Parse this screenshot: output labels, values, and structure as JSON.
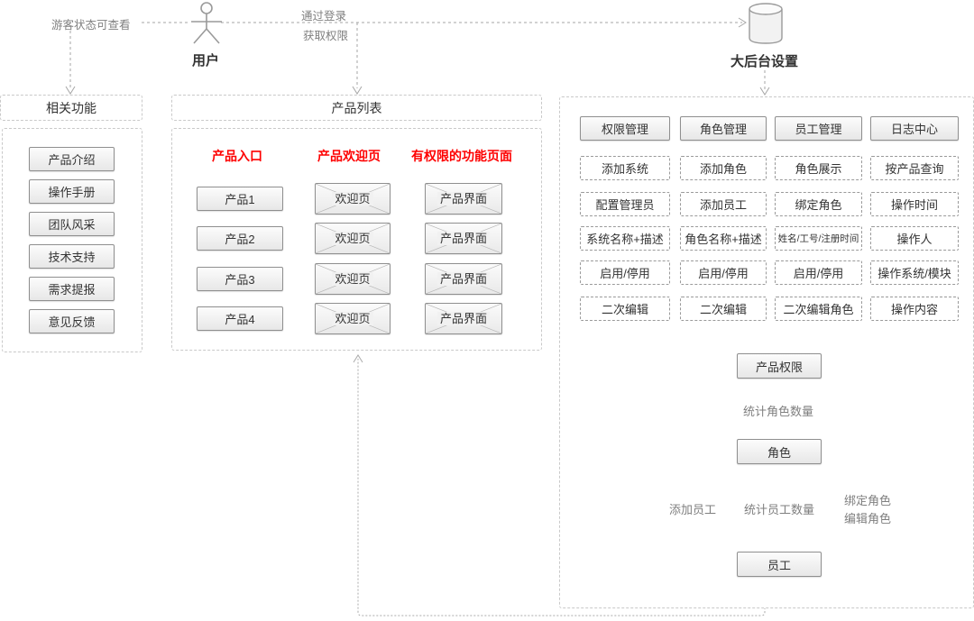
{
  "top": {
    "visitor_label": "游客状态可查看",
    "user_label": "用户",
    "login_label_line1": "通过登录",
    "login_label_line2": "获取权限",
    "backend_label": "大后台设置"
  },
  "left_panel": {
    "title": "相关功能",
    "items": [
      "产品介绍",
      "操作手册",
      "团队风采",
      "技术支持",
      "需求提报",
      "意见反馈"
    ]
  },
  "middle_panel": {
    "title": "产品列表",
    "column_headers": [
      "产品入口",
      "产品欢迎页",
      "有权限的功能页面"
    ],
    "rows": [
      {
        "product": "产品1",
        "welcome": "欢迎页",
        "page": "产品界面"
      },
      {
        "product": "产品2",
        "welcome": "欢迎页",
        "page": "产品界面"
      },
      {
        "product": "产品3",
        "welcome": "欢迎页",
        "page": "产品界面"
      },
      {
        "product": "产品4",
        "welcome": "欢迎页",
        "page": "产品界面"
      }
    ]
  },
  "right_panel": {
    "columns": [
      {
        "header": "权限管理",
        "items": [
          "添加系统",
          "配置管理员",
          "系统名称+描述",
          "启用/停用",
          "二次编辑"
        ]
      },
      {
        "header": "角色管理",
        "items": [
          "添加角色",
          "添加员工",
          "角色名称+描述",
          "启用/停用",
          "二次编辑"
        ]
      },
      {
        "header": "员工管理",
        "items": [
          "角色展示",
          "绑定角色",
          "姓名/工号/注册时间",
          "启用/停用",
          "二次编辑角色"
        ]
      },
      {
        "header": "日志中心",
        "items": [
          "按产品查询",
          "操作时间",
          "操作人",
          "操作系统/模块",
          "操作内容"
        ]
      }
    ],
    "flow": {
      "product_permission": "产品权限",
      "count_roles_label": "统计角色数量",
      "role": "角色",
      "add_employee_label": "添加员工",
      "count_employees_label": "统计员工数量",
      "bind_role_label": "绑定角色",
      "edit_role_label": "编辑角色",
      "employee": "员工"
    }
  },
  "colors": {
    "accent_red": "#fe0000",
    "box_border": "#8f8f8f",
    "dashed_box_border": "#9a9a9a",
    "panel_border": "#c9c9c9",
    "connector_gray": "#a6a6a6",
    "label_gray": "#7f7f7f",
    "text": "#333333"
  }
}
